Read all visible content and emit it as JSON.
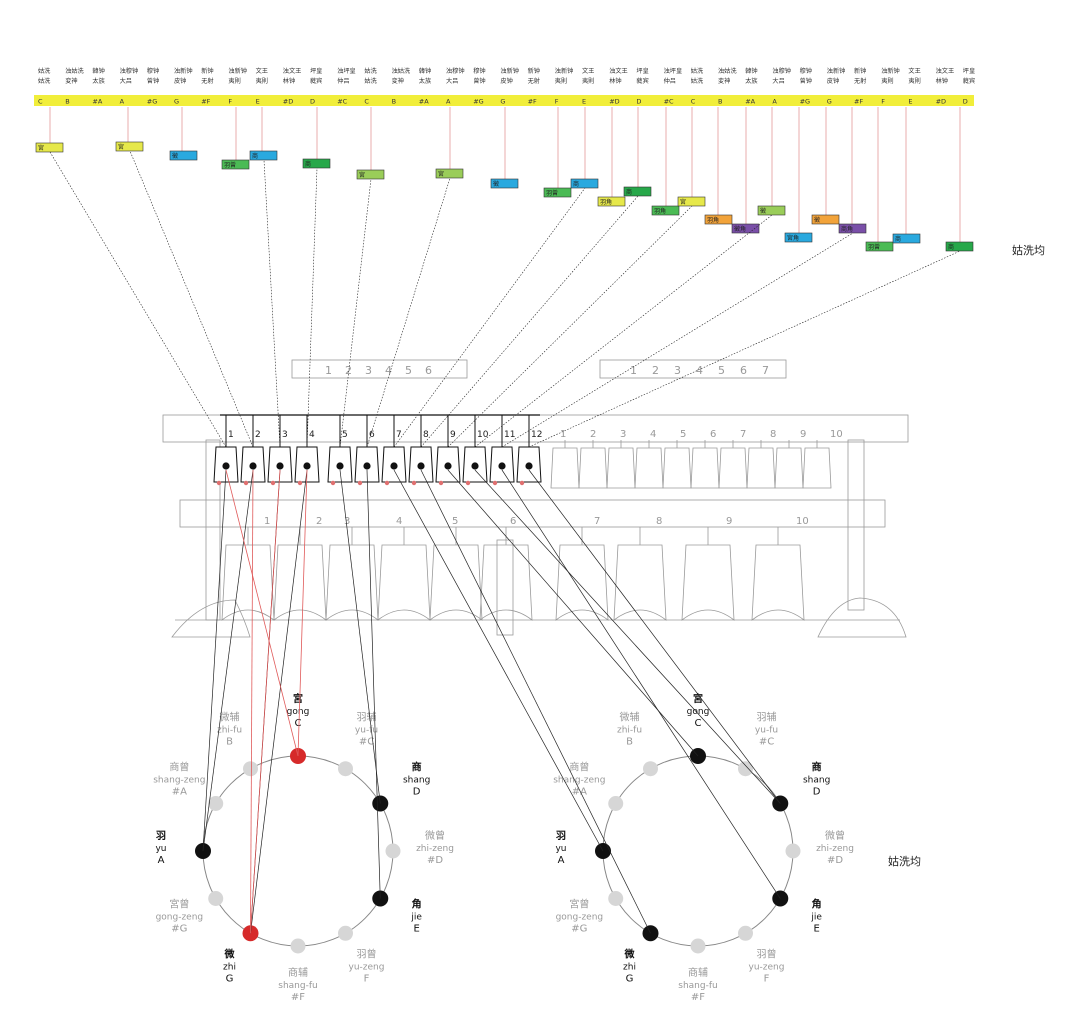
{
  "title_right_top": "姑洗均",
  "title_right_circle": "姑洗均",
  "top_names": [
    [
      "姑洗",
      "姑洗"
    ],
    [
      "浊姑洗",
      "変神"
    ],
    [
      "韓钟",
      "太族"
    ],
    [
      "浊穆钟",
      "大吕"
    ],
    [
      "穆钟",
      "曾钟"
    ],
    [
      "浊新钟",
      "皮钟"
    ],
    [
      "新钟",
      "无射"
    ],
    [
      "浊新钟",
      "夷則"
    ],
    [
      "文王",
      "夷則"
    ],
    [
      "浊文王",
      "林钟"
    ],
    [
      "坪皇",
      "蕤宾"
    ],
    [
      "浊坪皇",
      "仲吕"
    ],
    [
      "姑洗",
      "姑洗"
    ],
    [
      "浊姑洗",
      "変神"
    ],
    [
      "韓钟",
      "太族"
    ],
    [
      "浊穆钟",
      "大吕"
    ],
    [
      "穆钟",
      "曾钟"
    ],
    [
      "浊新钟",
      "皮钟"
    ],
    [
      "新钟",
      "无射"
    ],
    [
      "浊新钟",
      "夷則"
    ],
    [
      "文王",
      "夷則"
    ],
    [
      "浊文王",
      "林钟"
    ],
    [
      "坪皇",
      "蕤宾"
    ],
    [
      "浊坪皇",
      "仲吕"
    ],
    [
      "姑洗",
      "姑洗"
    ],
    [
      "浊姑洗",
      "変神"
    ],
    [
      "韓钟",
      "太族"
    ],
    [
      "浊穆钟",
      "大吕"
    ],
    [
      "穆钟",
      "曾钟"
    ],
    [
      "浊新钟",
      "皮钟"
    ],
    [
      "新钟",
      "无射"
    ],
    [
      "浊新钟",
      "夷則"
    ],
    [
      "文王",
      "夷則"
    ],
    [
      "浊文王",
      "林钟"
    ],
    [
      "坪皇",
      "蕤宾"
    ]
  ],
  "notes_bar": [
    "C",
    "B",
    "#A",
    "A",
    "#G",
    "G",
    "#F",
    "F",
    "E",
    "#D",
    "D",
    "#C",
    "C",
    "B",
    "#A",
    "A",
    "#G",
    "G",
    "#F",
    "F",
    "E",
    "#D",
    "D",
    "#C",
    "C",
    "B",
    "#A",
    "A",
    "#G",
    "G",
    "#F",
    "F",
    "E",
    "#D",
    "D"
  ],
  "bell_tags": [
    {
      "text": "宮",
      "color": "#e6e84a"
    },
    {
      "text": "宮",
      "color": "#e6e84a"
    },
    {
      "text": "徵",
      "color": "#29a9df"
    },
    {
      "text": "羽曾",
      "color": "#4bbb55"
    },
    {
      "text": "商",
      "color": "#29a9df"
    },
    {
      "text": "商",
      "color": "#27a84a"
    },
    {
      "text": "宮",
      "color": "#9acd59"
    },
    {
      "text": "宮",
      "color": "#9acd59"
    },
    {
      "text": "徵",
      "color": "#29a9df"
    },
    {
      "text": "羽曾",
      "color": "#4bbb55"
    },
    {
      "text": "商",
      "color": "#29a9df"
    },
    {
      "text": "商",
      "color": "#27a84a"
    },
    {
      "text": "羽角",
      "color": "#e6e84a"
    },
    {
      "text": "羽角",
      "color": "#4bbb55"
    },
    {
      "text": "宮",
      "color": "#e6e84a"
    },
    {
      "text": "羽角",
      "color": "#f2a33a"
    },
    {
      "text": "徵角",
      "color": "#7a4fa8"
    },
    {
      "text": "徵",
      "color": "#9acd59"
    },
    {
      "text": "宮角",
      "color": "#29a9df"
    },
    {
      "text": "徵",
      "color": "#f2a33a"
    },
    {
      "text": "商角",
      "color": "#7a4fa8"
    },
    {
      "text": "羽曾",
      "color": "#4bbb55"
    },
    {
      "text": "商",
      "color": "#29a9df"
    },
    {
      "text": "商",
      "color": "#27a84a"
    }
  ],
  "rack_numbers_top_left": [
    "1",
    "2",
    "3",
    "4",
    "5",
    "6"
  ],
  "rack_numbers_top_right": [
    "1",
    "2",
    "3",
    "4",
    "5",
    "6",
    "7"
  ],
  "bell_numbers_middle": [
    "1",
    "2",
    "3",
    "4",
    "5",
    "6",
    "7",
    "8",
    "9",
    "10",
    "11",
    "12"
  ],
  "bell_numbers_right": [
    "1",
    "2",
    "3",
    "4",
    "5",
    "6",
    "7",
    "8",
    "9",
    "10"
  ],
  "bell_numbers_bottom": [
    "1",
    "2",
    "3",
    "4",
    "5",
    "6",
    "7",
    "8",
    "9",
    "10"
  ],
  "circle_nodes": [
    {
      "cn": "宮",
      "py": "gong",
      "note": "C",
      "active": true
    },
    {
      "cn": "羽辅",
      "py": "yu-fu",
      "note": "#C",
      "active": false
    },
    {
      "cn": "商",
      "py": "shang",
      "note": "D",
      "active": true
    },
    {
      "cn": "微曾",
      "py": "zhi-zeng",
      "note": "#D",
      "active": false
    },
    {
      "cn": "角",
      "py": "jie",
      "note": "E",
      "active": true
    },
    {
      "cn": "羽曾",
      "py": "yu-zeng",
      "note": "F",
      "active": false
    },
    {
      "cn": "商辅",
      "py": "shang-fu",
      "note": "#F",
      "active": false
    },
    {
      "cn": "微",
      "py": "zhi",
      "note": "G",
      "active": true
    },
    {
      "cn": "宮曾",
      "py": "gong-zeng",
      "note": "#G",
      "active": false
    },
    {
      "cn": "羽",
      "py": "yu",
      "note": "A",
      "active": true
    },
    {
      "cn": "商曾",
      "py": "shang-zeng",
      "note": "#A",
      "active": false
    },
    {
      "cn": "微辅",
      "py": "zhi-fu",
      "note": "B",
      "active": false
    }
  ],
  "colors": {
    "note_bar": "#f1ee3a",
    "active_node": "#111111",
    "inactive_node": "#d6d6d6",
    "red_node": "#d62a2a",
    "red_line": "#e05a5a",
    "rack_line": "#9a9a9a"
  }
}
